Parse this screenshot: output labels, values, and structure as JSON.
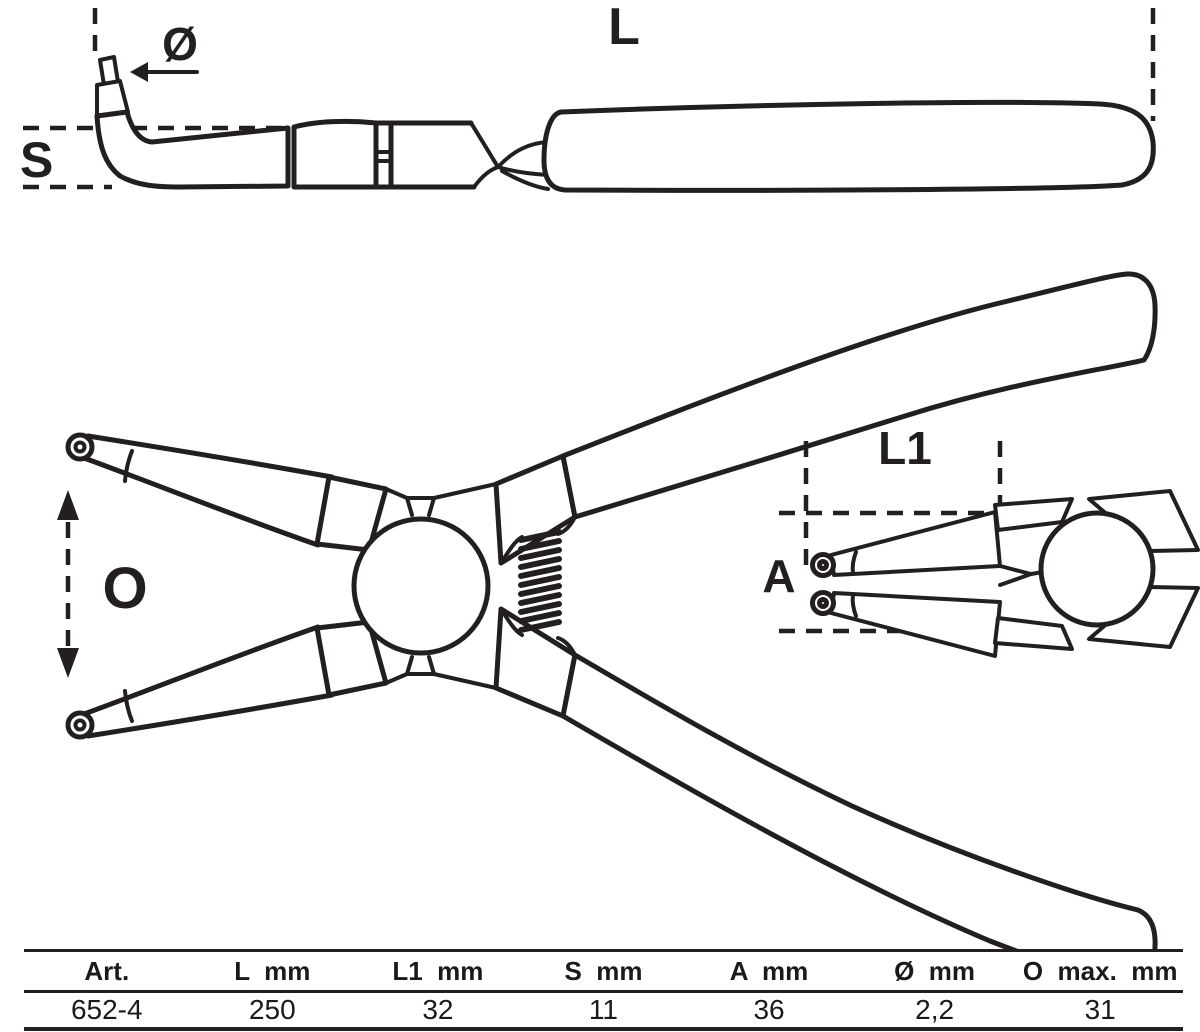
{
  "drawing": {
    "labels": {
      "length": "L",
      "tip_diameter": "Ø",
      "tip_width": "S",
      "opening": "O",
      "jaw_length": "L1",
      "jaw_height": "A"
    }
  },
  "table": {
    "headers": [
      "Art.",
      "L  mm",
      "L1  mm",
      "S  mm",
      "A  mm",
      "Ø  mm",
      "O  max.  mm"
    ],
    "row": [
      "652-4",
      "250",
      "32",
      "11",
      "36",
      "2,2",
      "31"
    ]
  },
  "colors": {
    "line": "#231f20",
    "background": "#ffffff"
  }
}
